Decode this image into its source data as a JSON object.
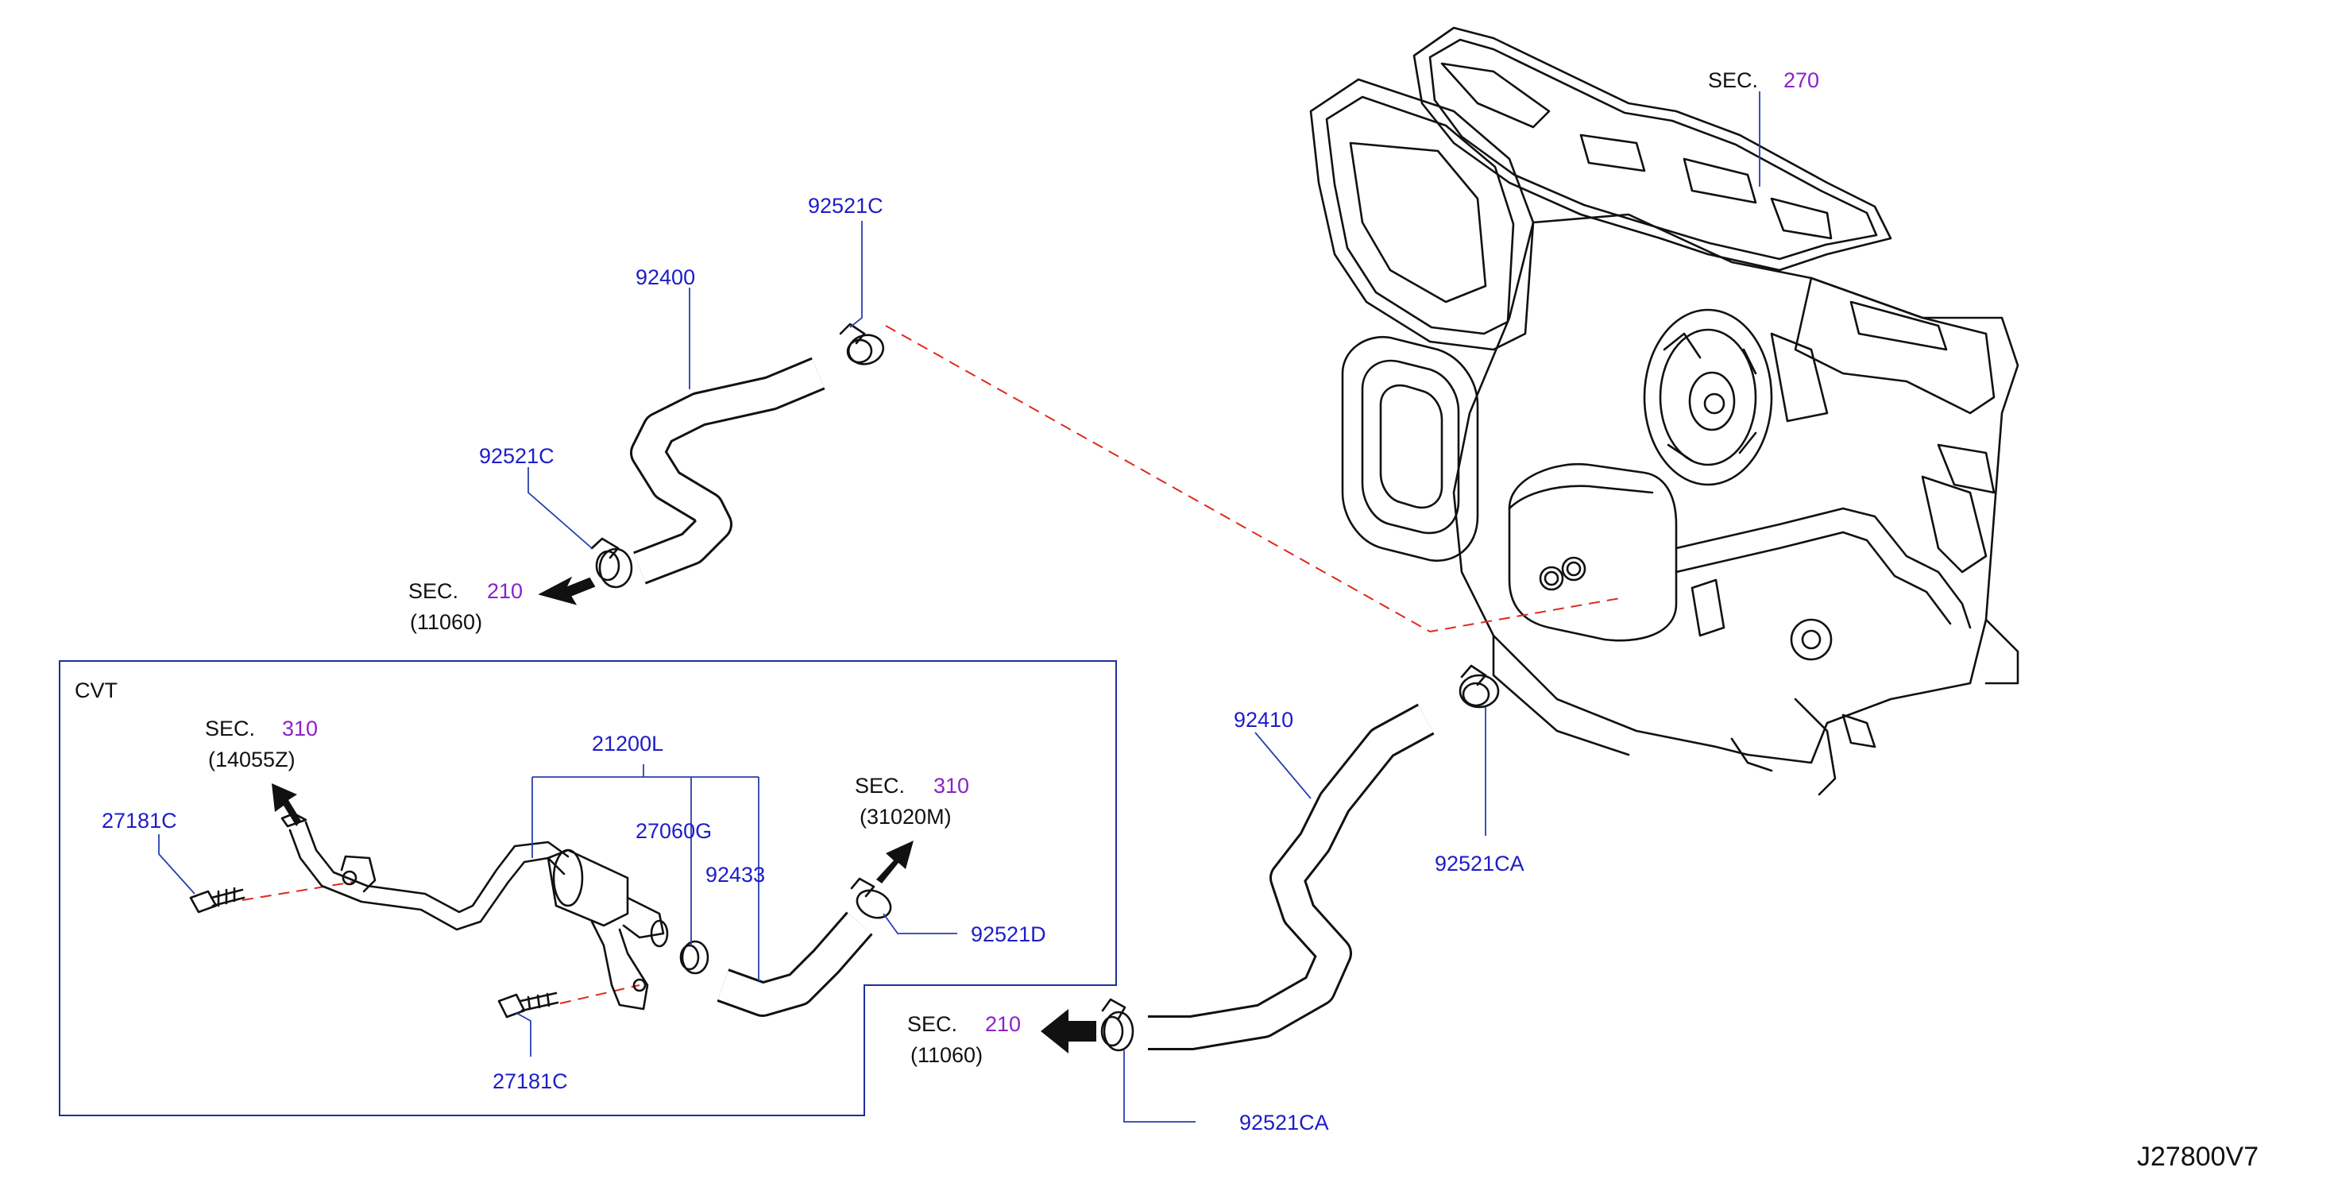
{
  "diagram_id": "J27800V7",
  "box_title": "CVT",
  "sec_word": "SEC.",
  "parts": {
    "p92521C_top": "92521C",
    "p92400": "92400",
    "p92521C_left": "92521C",
    "p92410": "92410",
    "p92521CA_right": "92521CA",
    "p92521CA_bottom": "92521CA",
    "p21200L": "21200L",
    "p27060G": "27060G",
    "p92433": "92433",
    "p92521D": "92521D",
    "p27181C_left": "27181C",
    "p27181C_bottom": "27181C"
  },
  "sections": {
    "sec270": {
      "num": "270",
      "sub": ""
    },
    "sec210_upper": {
      "num": "210",
      "sub": "(11060)"
    },
    "sec310_left": {
      "num": "310",
      "sub": "(14055Z)"
    },
    "sec310_right": {
      "num": "310",
      "sub": "(31020M)"
    },
    "sec210_lower": {
      "num": "210",
      "sub": "(11060)"
    }
  }
}
